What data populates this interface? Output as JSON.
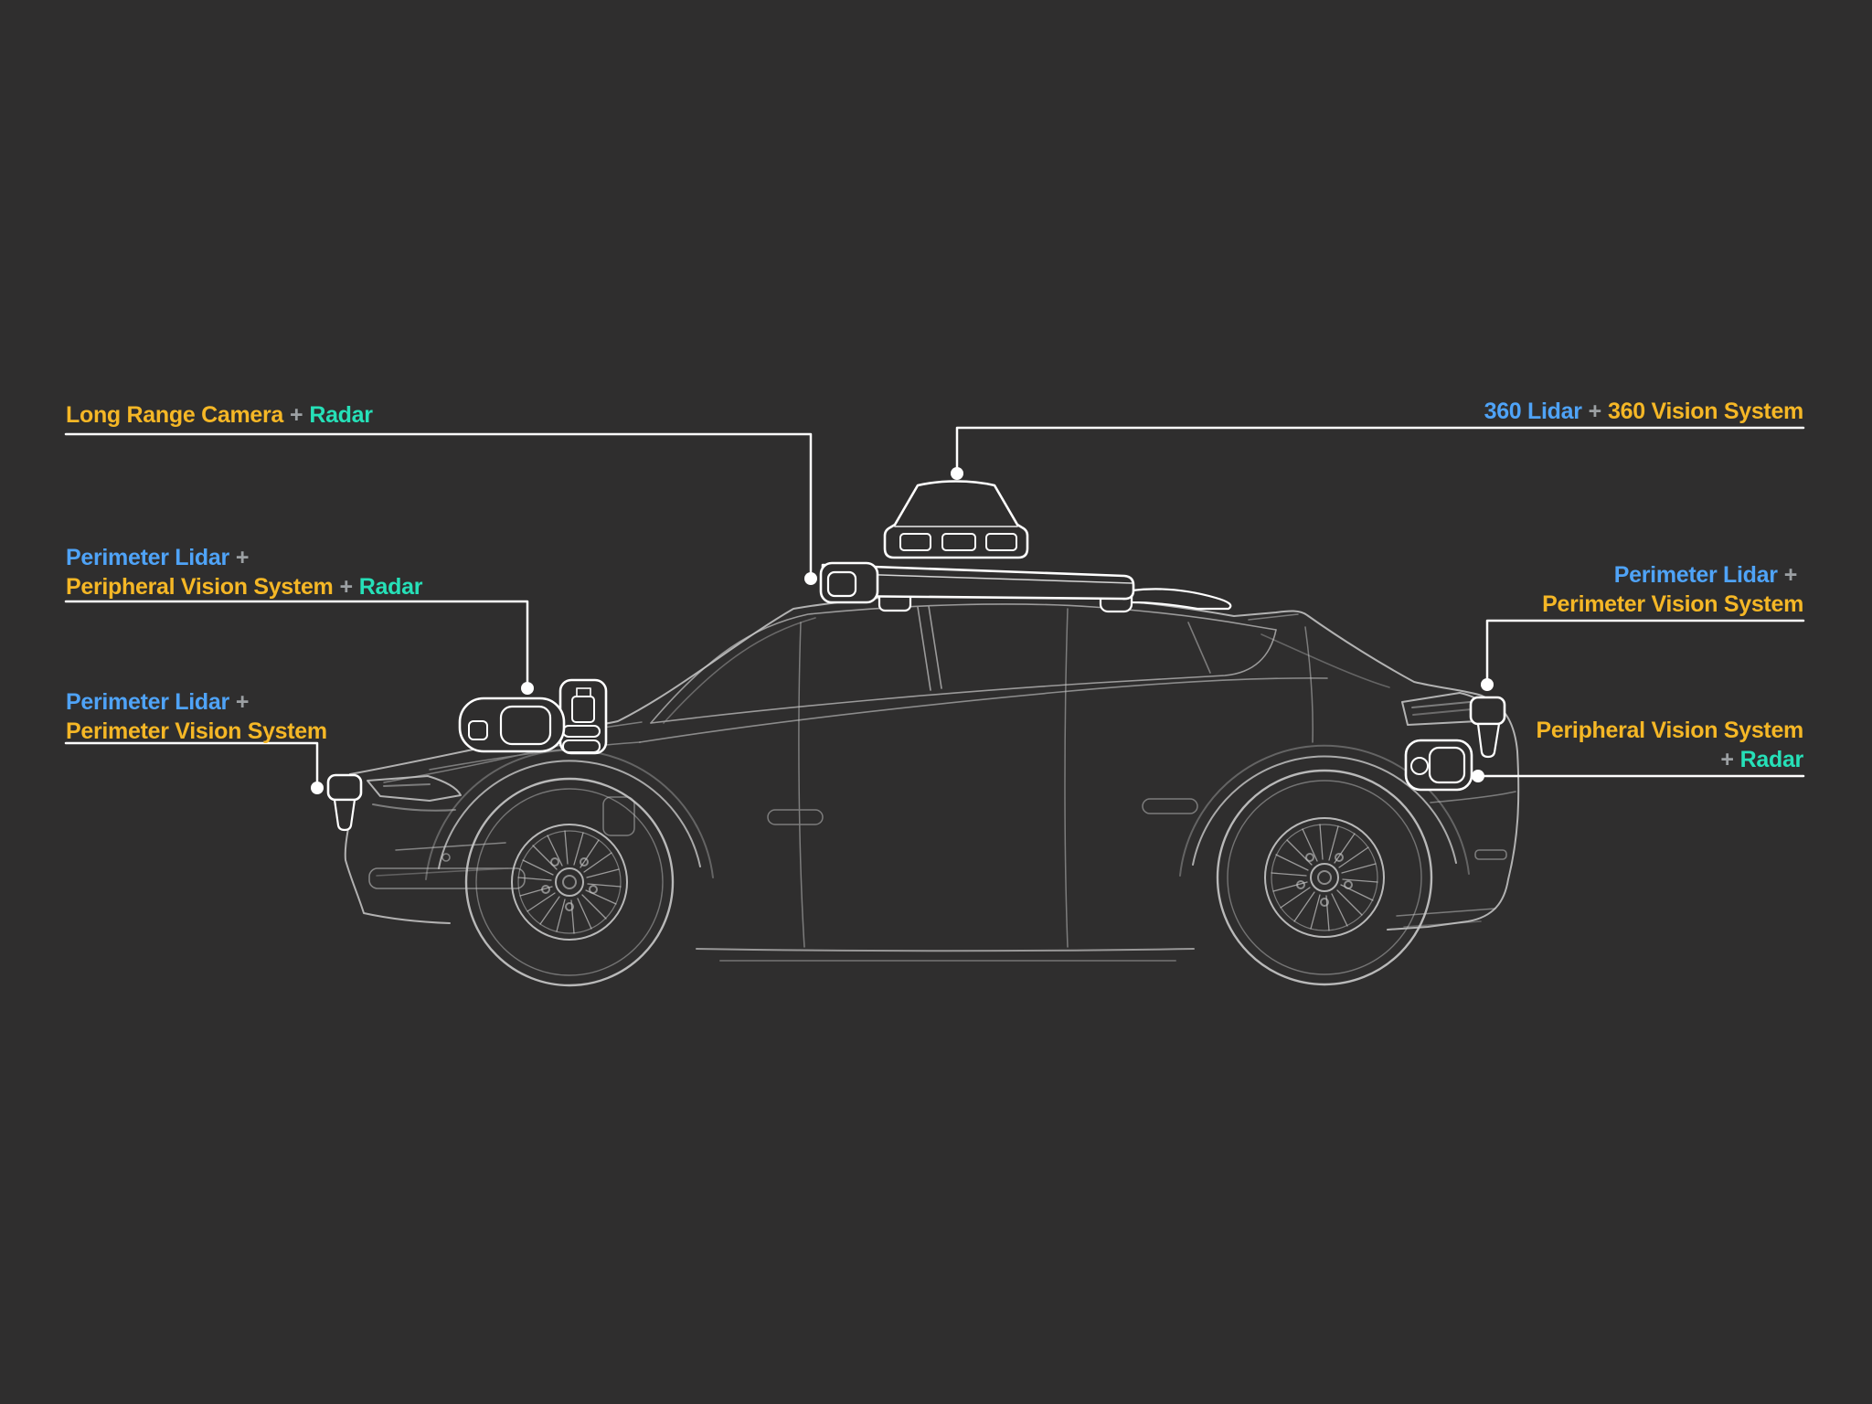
{
  "palette": {
    "background": "#2F2E2E",
    "blue": "#4FA3F7",
    "yellow": "#F5B726",
    "teal": "#26E0B8",
    "gray": "#9CA0A3",
    "connector": "#FFFFFF",
    "car_line": "#C9C9C9",
    "pod_line": "#FFFFFF"
  },
  "labels": {
    "long_range_camera": {
      "part1": "Long Range Camera",
      "plus1": "+",
      "part2": "Radar"
    },
    "lidar_360": {
      "part1": "360 Lidar",
      "plus1": "+",
      "part2": "360 Vision System"
    },
    "front_side_sensor": {
      "part1": "Perimeter Lidar",
      "plus1": "+",
      "part2": "Peripheral Vision System",
      "plus2": "+",
      "part3": "Radar"
    },
    "front_bumper_sensor": {
      "part1": "Perimeter Lidar",
      "plus1": "+",
      "part2": "Perimeter Vision System"
    },
    "rear_top_sensor": {
      "part1": "Perimeter Lidar",
      "plus1": "+",
      "part2": "Perimeter Vision System"
    },
    "rear_bumper_sensor": {
      "part1": "Peripheral Vision System",
      "plus1": "+",
      "part2": "Radar"
    }
  }
}
